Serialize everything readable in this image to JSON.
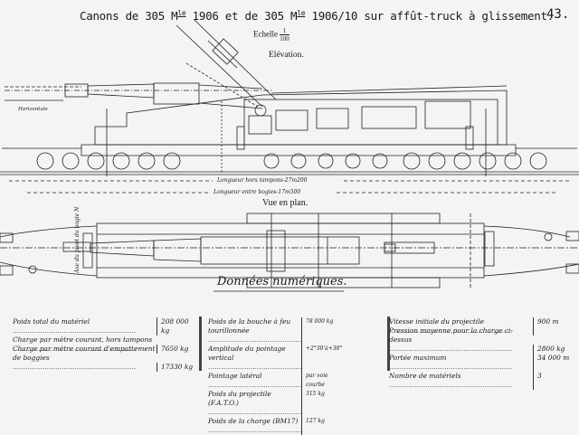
{
  "header": {
    "title_a": "Canons de 305 M",
    "title_sup1": "le",
    "title_b": " 1906 et de 305 M",
    "title_sup2": "le",
    "title_c": " 1906/10 sur affût-truck à glissement.",
    "page_number": "43.",
    "scale_label": "Echelle",
    "scale_num": "1",
    "scale_den": "100"
  },
  "elevation": {
    "title": "Elévation.",
    "horizontal_label": "Horizontale",
    "length_over_buffers": "Longueur hors tampons-27m200",
    "length_between_bogies": "Longueur entre bogies-17m500"
  },
  "plan": {
    "title": "Vue en plan.",
    "pivot_axis_label": "Axe du pivot du bogie N"
  },
  "data": {
    "title": "Données numériques.",
    "table1": [
      {
        "label": "Poids total du matériel",
        "value": "208 000 kg"
      },
      {
        "label": "Charge par mètre courant, hors tampons",
        "value": "7650 kg"
      },
      {
        "label": "Charge par mètre courant d'empattement de boggies",
        "value": "17330 kg"
      }
    ],
    "table2": [
      {
        "label": "Poids de la bouche à feu tourillonnée",
        "value": "78 000 kg"
      },
      {
        "label": "Amplitude du pointage vertical",
        "value": "+2°30'à+38°"
      },
      {
        "label": "Pointage latéral",
        "value": "par voie courbe"
      },
      {
        "label": "Poids du projectile (F.A.T.O.)",
        "value": "315 kg"
      },
      {
        "label": "Poids de la charge (BM17)",
        "value": "127 kg"
      }
    ],
    "table3": [
      {
        "label": "Vitesse initiale du projectile",
        "value": "900 m"
      },
      {
        "label": "Pression moyenne pour la charge ci-dessus",
        "value": "2800 kg"
      },
      {
        "label": "Portée maximum",
        "value": "34 000 m"
      },
      {
        "label": "Nombre de matériels",
        "value": "3"
      }
    ]
  }
}
